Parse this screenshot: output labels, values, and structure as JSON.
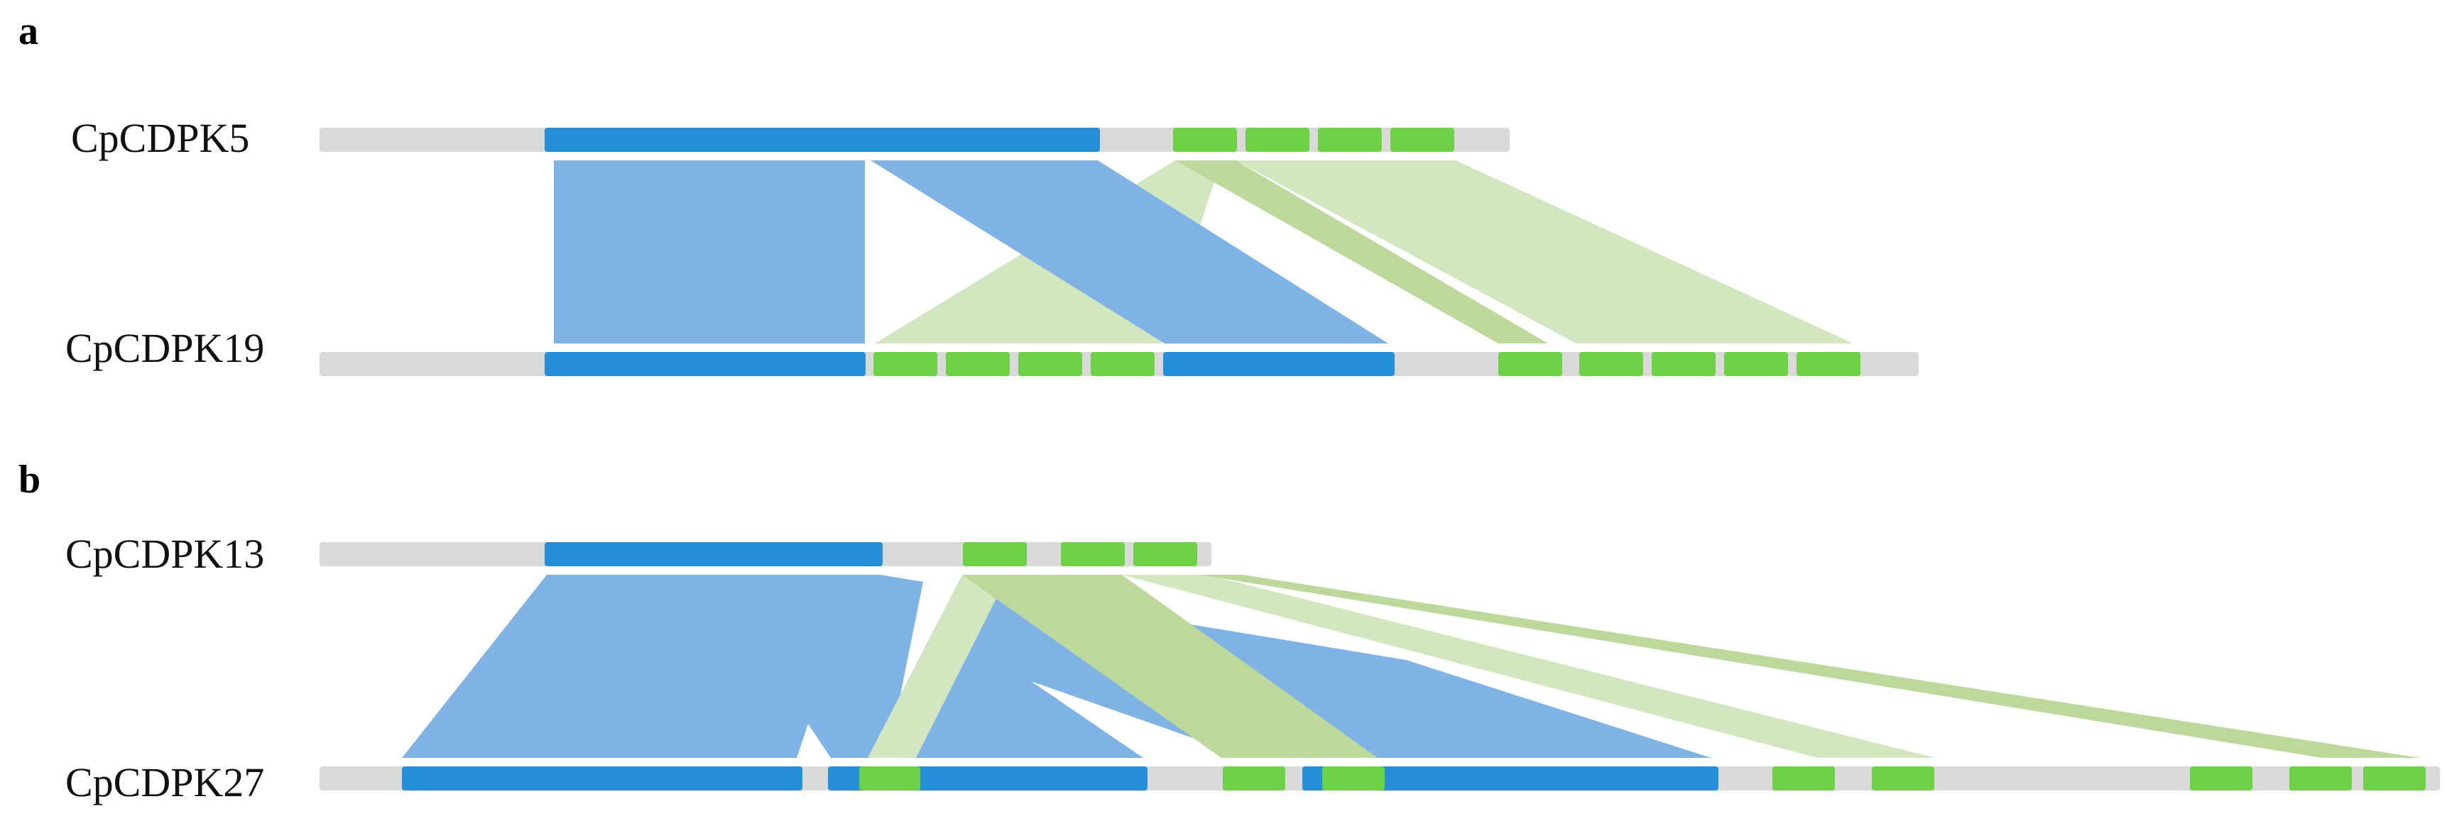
{
  "colors": {
    "backbone": "#d9d9d9",
    "kinase_domain": "#2590d8",
    "ef_hand": "#6dd246",
    "kinase_link": "#7fb3e5",
    "ef_link_light": "#d2e6c0",
    "ef_link_dark": "#bcd89a"
  },
  "panels": [
    {
      "label": "a",
      "genes": [
        {
          "name": "CpCDPK5"
        },
        {
          "name": "CpCDPK19"
        }
      ]
    },
    {
      "label": "b",
      "genes": [
        {
          "name": "CpCDPK13"
        },
        {
          "name": "CpCDPK27"
        }
      ]
    }
  ]
}
